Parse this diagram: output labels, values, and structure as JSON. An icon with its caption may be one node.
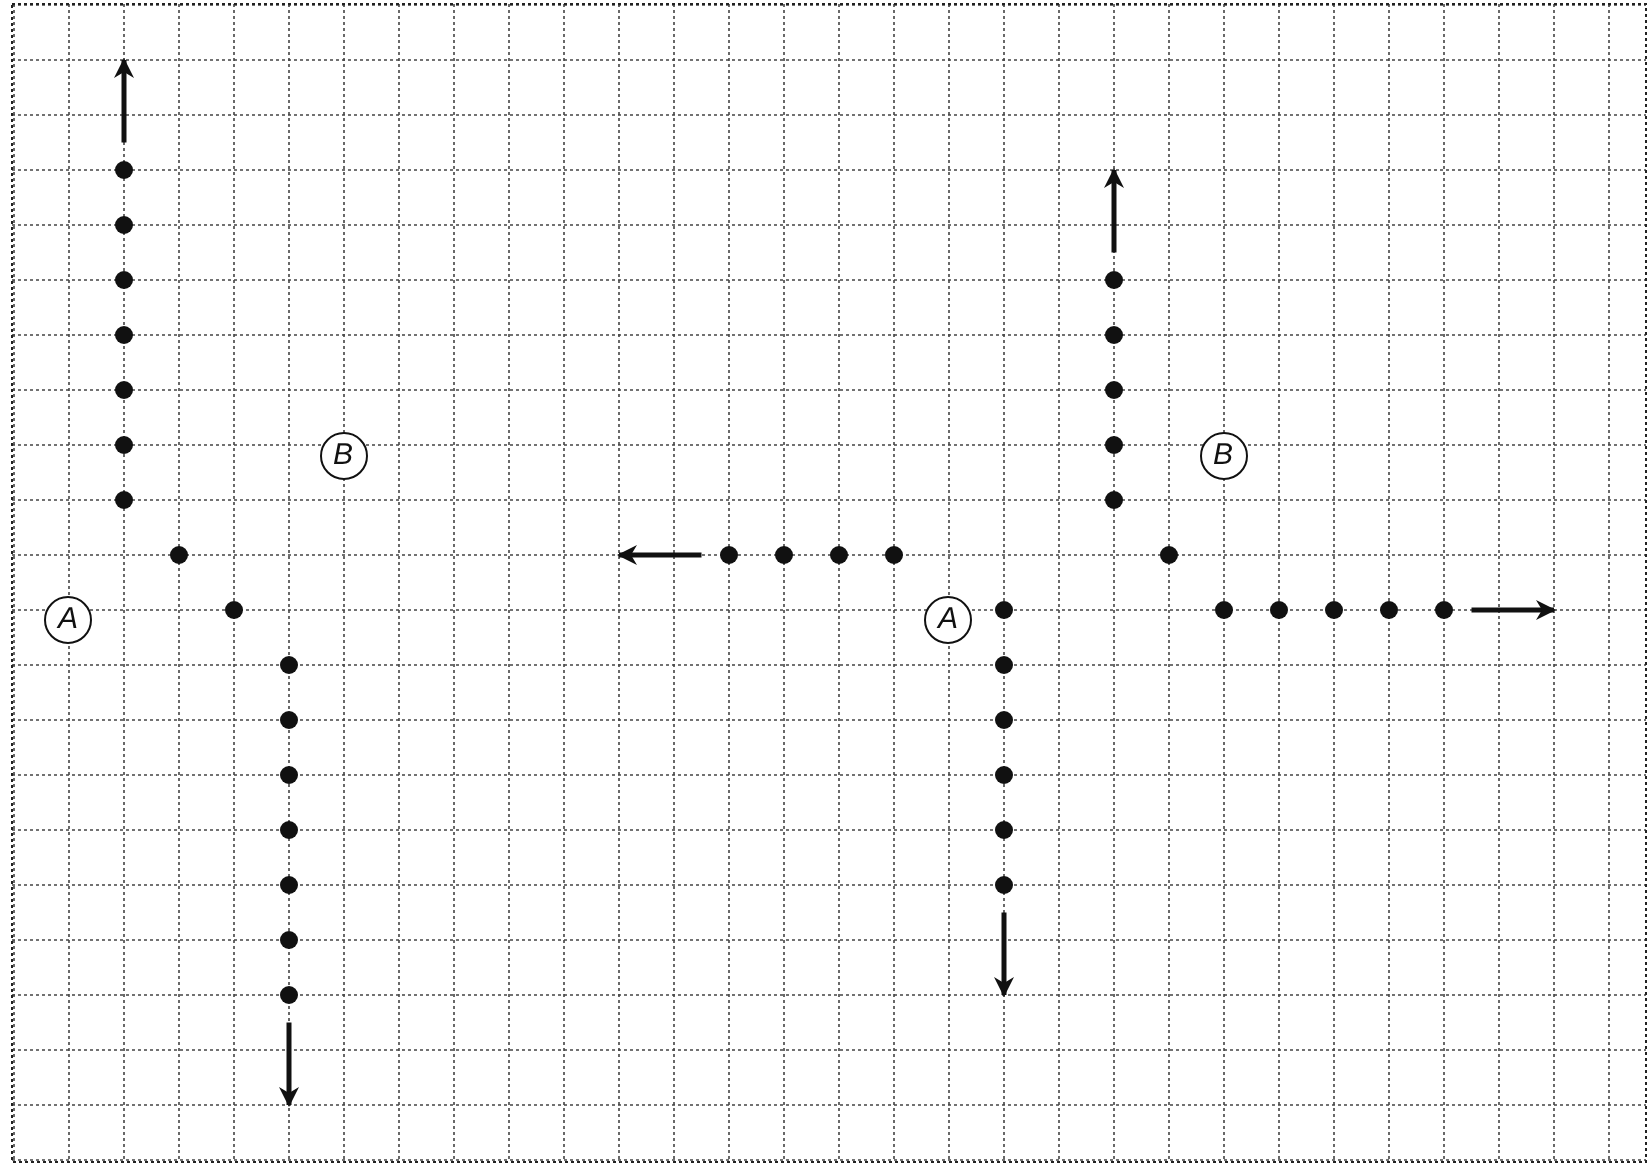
{
  "diagram": {
    "nodes": [
      {
        "text": [
          "B"
        ]
      },
      {
        "text": [
          "B"
        ]
      },
      {
        "text": [
          "A"
        ]
      },
      {
        "text": [
          "A"
        ]
      }
    ]
  }
}
